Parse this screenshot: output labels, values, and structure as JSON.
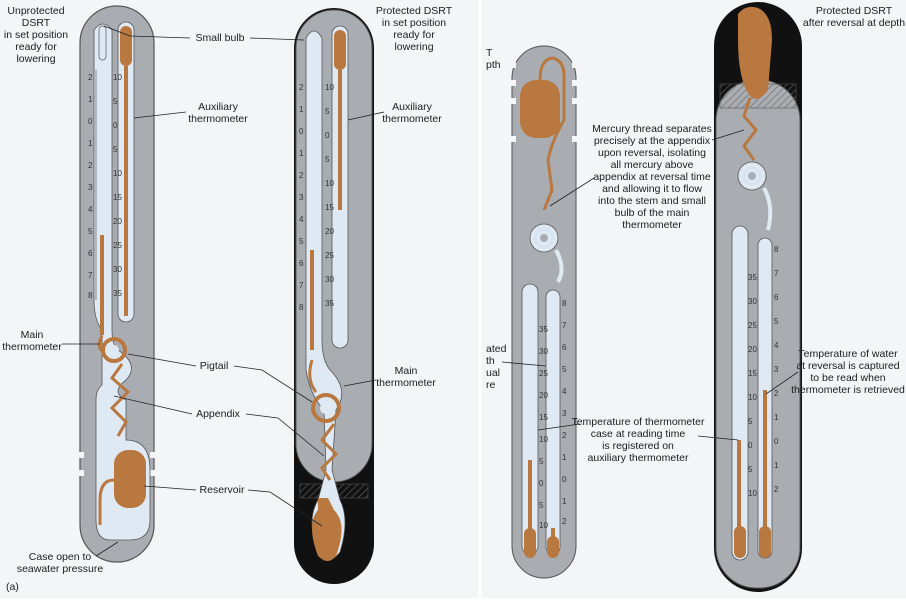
{
  "colors": {
    "case_gray": "#a9adb2",
    "case_dark": "#111111",
    "mercury_brown": "#b8783f",
    "glass_blue": "#dfe9f4",
    "panel_bg": "#f4f5f7"
  },
  "panel_a": {
    "caption": "(a)",
    "title_left": [
      "Unprotected",
      "DSRT",
      "in set position",
      "ready for",
      "lowering"
    ],
    "title_right": [
      "Protected DSRT",
      "in set position",
      "ready for",
      "lowering"
    ],
    "labels": {
      "small_bulb": "Small bulb",
      "auxiliary": [
        "Auxiliary",
        "thermometer"
      ],
      "auxiliary_right": [
        "Auxiliary",
        "thermometer"
      ],
      "main_left": [
        "Main",
        "thermometer"
      ],
      "main_right": [
        "Main",
        "thermometer"
      ],
      "pigtail": "Pigtail",
      "appendix": "Appendix",
      "reservoir": "Reservoir",
      "case_open": [
        "Case open to",
        "seawater pressure"
      ]
    },
    "main_scale": [
      "2",
      "1",
      "0",
      "1",
      "2",
      "3",
      "4",
      "5",
      "6",
      "7",
      "8"
    ],
    "aux_scale": [
      "10",
      "5",
      "0",
      "5",
      "10",
      "15",
      "20",
      "25",
      "30",
      "35"
    ],
    "right_main_scale": [
      "2",
      "1",
      "0",
      "1",
      "2",
      "3",
      "4",
      "5",
      "6",
      "7",
      "8"
    ],
    "right_aux_scale": [
      "10",
      "5",
      "0",
      "5",
      "10",
      "15",
      "20",
      "25",
      "30",
      "35"
    ]
  },
  "panel_b": {
    "title_right": [
      "Protected DSRT",
      "after reversal at depth"
    ],
    "partial_title": [
      "T",
      "pth"
    ],
    "partial_left_label": [
      "ated",
      "th",
      "ual",
      "re"
    ],
    "labels": {
      "mercury_separates": [
        "Mercury thread separates",
        "precisely at the appendix",
        "upon reversal, isolating",
        "all mercury above",
        "appendix at reversal time",
        "and allowing it to flow",
        "into the stem and small",
        "bulb of the main",
        "thermometer"
      ],
      "case_temp": [
        "Temperature of thermometer",
        "case at reading time",
        "is registered on",
        "auxiliary thermometer"
      ],
      "water_temp": [
        "Temperature of water",
        "at reversal is captured",
        "to be read when",
        "thermometer is retrieved"
      ]
    },
    "left_aux_scale": [
      "35",
      "30",
      "25",
      "20",
      "15",
      "10",
      "5",
      "0",
      "5",
      "10"
    ],
    "left_main_scale": [
      "8",
      "7",
      "6",
      "5",
      "4",
      "3",
      "2",
      "1",
      "0",
      "1",
      "2"
    ],
    "right_aux_scale": [
      "35",
      "30",
      "25",
      "20",
      "15",
      "10",
      "5",
      "0",
      "5",
      "10"
    ],
    "right_main_scale": [
      "8",
      "7",
      "6",
      "5",
      "4",
      "3",
      "2",
      "1",
      "0",
      "1",
      "2"
    ]
  }
}
